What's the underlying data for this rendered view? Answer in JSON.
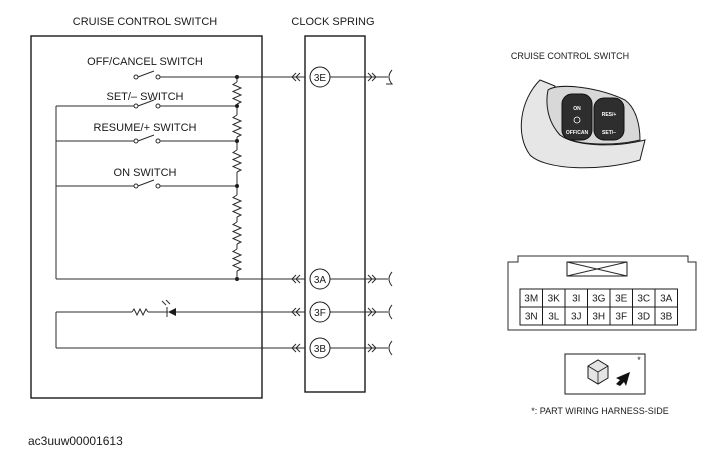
{
  "labels": {
    "cruise_control_switch": "CRUISE CONTROL SWITCH",
    "clock_spring": "CLOCK SPRING",
    "off_cancel_switch": "OFF/CANCEL SWITCH",
    "set_minus_switch": "SET/– SWITCH",
    "resume_plus_switch": "RESUME/+ SWITCH",
    "on_switch": "ON SWITCH",
    "cruise_control_switch_illustration": "CRUISE CONTROL SWITCH",
    "part_wiring_note": "*: PART WIRING HARNESS-SIDE",
    "asterisk": "*",
    "image_code": "ac3uuw00001613"
  },
  "pins": {
    "p3E": "3E",
    "p3A": "3A",
    "p3F": "3F",
    "p3B": "3B"
  },
  "switch_buttons": {
    "on": "ON",
    "off_can": "OFF/CAN",
    "res_plus": "RES/+",
    "set_minus": "SET/–"
  },
  "connector": {
    "row1": [
      "3M",
      "3K",
      "3I",
      "3G",
      "3E",
      "3C",
      "3A"
    ],
    "row2": [
      "3N",
      "3L",
      "3J",
      "3H",
      "3F",
      "3D",
      "3B"
    ]
  }
}
